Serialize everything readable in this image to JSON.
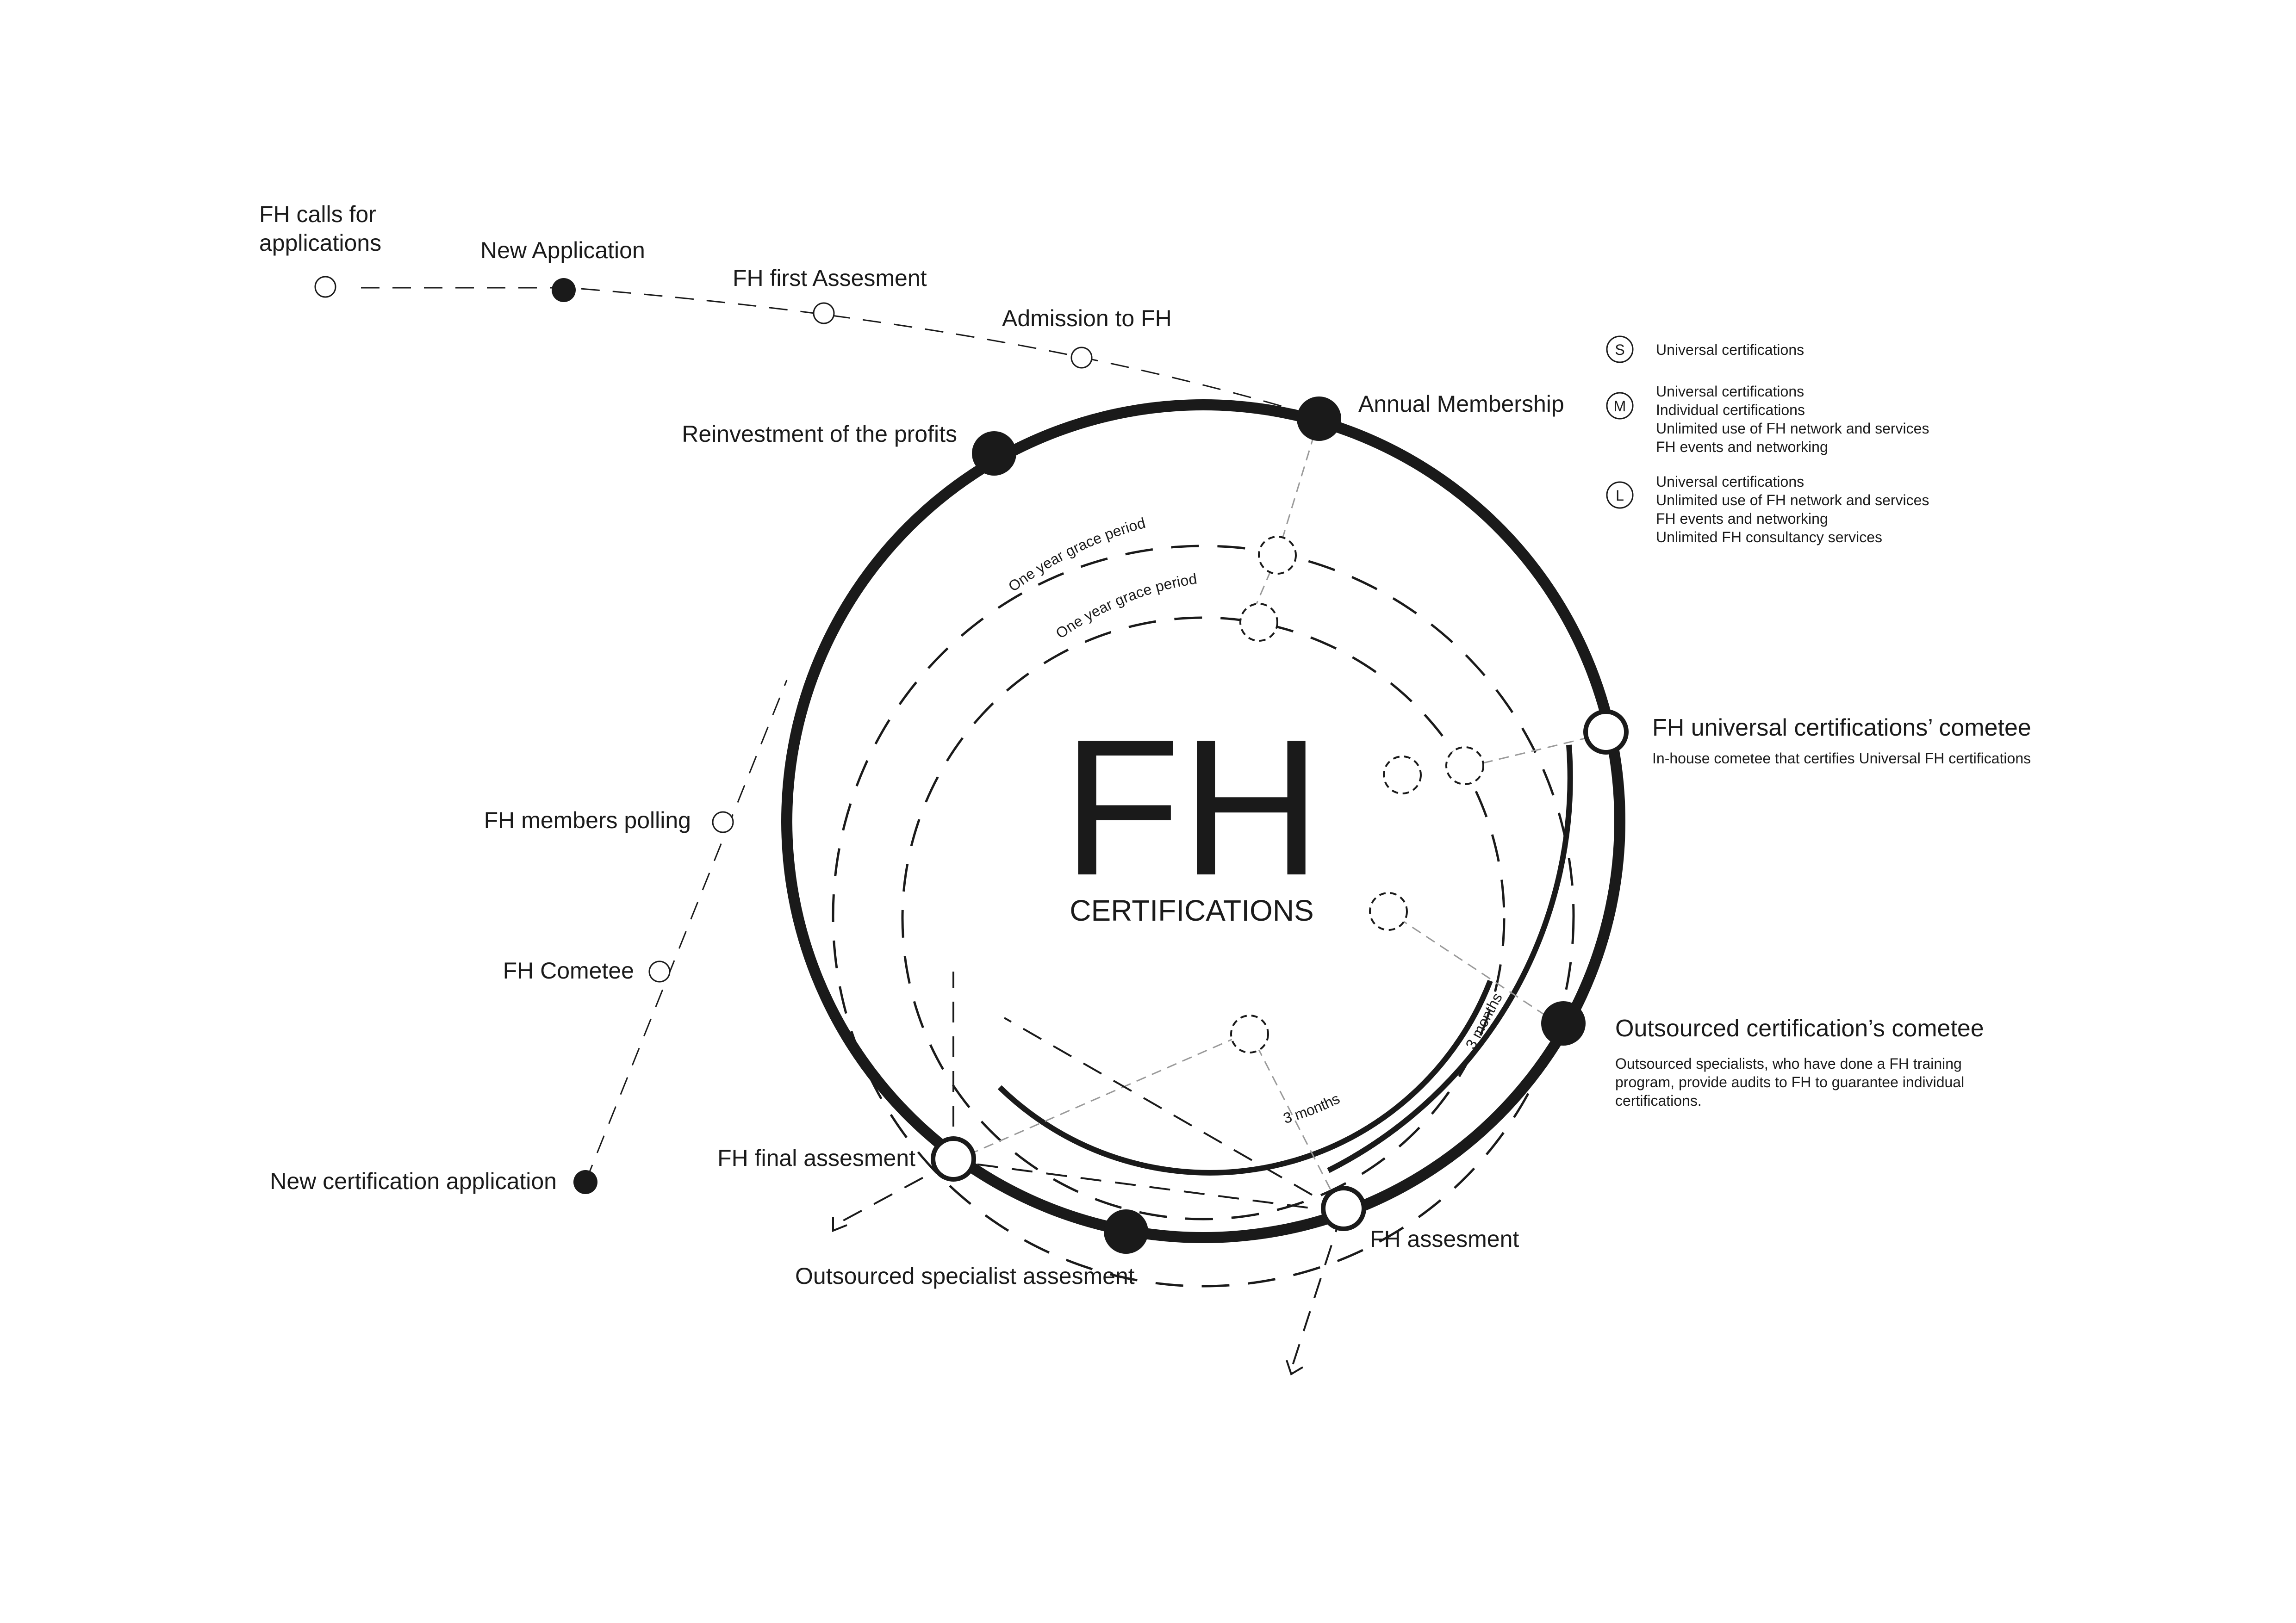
{
  "center": {
    "title": "FH",
    "subtitle": "CERTIFICATIONS"
  },
  "timeline": {
    "calls": "FH calls for",
    "calls_2": "applications",
    "new_application": "New Application",
    "first_assessment": "FH first Assesment",
    "admission": "Admission to FH"
  },
  "cycle": {
    "annual_membership": "Annual Membership",
    "reinvestment": "Reinvestment of the profits",
    "universal_committee": "FH universal certifications’ cometee",
    "universal_committee_desc": "In-house cometee that certifies Universal FH certifications",
    "outsourced_committee": "Outsourced certification’s cometee",
    "outsourced_desc_1": "Outsourced specialists, who have done a FH training",
    "outsourced_desc_2": "program, provide audits to FH to guarantee individual",
    "outsourced_desc_3": "certifications.",
    "fh_assessment": "FH assesment",
    "outsourced_specialist": "Outsourced specialist assesment",
    "final_assessment": "FH final assesment"
  },
  "left_branch": {
    "members_polling": "FH members polling",
    "committee": "FH Cometee",
    "new_cert_application": "New certification application"
  },
  "arc_labels": {
    "grace_outer": "One year grace period",
    "grace_inner": "One year grace period",
    "months_outer": "3 months",
    "months_inner": "3 months"
  },
  "legend": [
    {
      "symbol": "S",
      "lines": [
        "Universal certifications"
      ]
    },
    {
      "symbol": "M",
      "lines": [
        "Universal certifications",
        "Individual certifications",
        "Unlimited use of FH network and services",
        "FH events and networking"
      ]
    },
    {
      "symbol": "L",
      "lines": [
        "Universal certifications",
        "Unlimited use of FH network and services",
        "FH events and networking",
        "Unlimited FH consultancy services"
      ]
    }
  ],
  "colors": {
    "ink": "#1a1a1a",
    "hollow_fill": "#ffffff"
  }
}
